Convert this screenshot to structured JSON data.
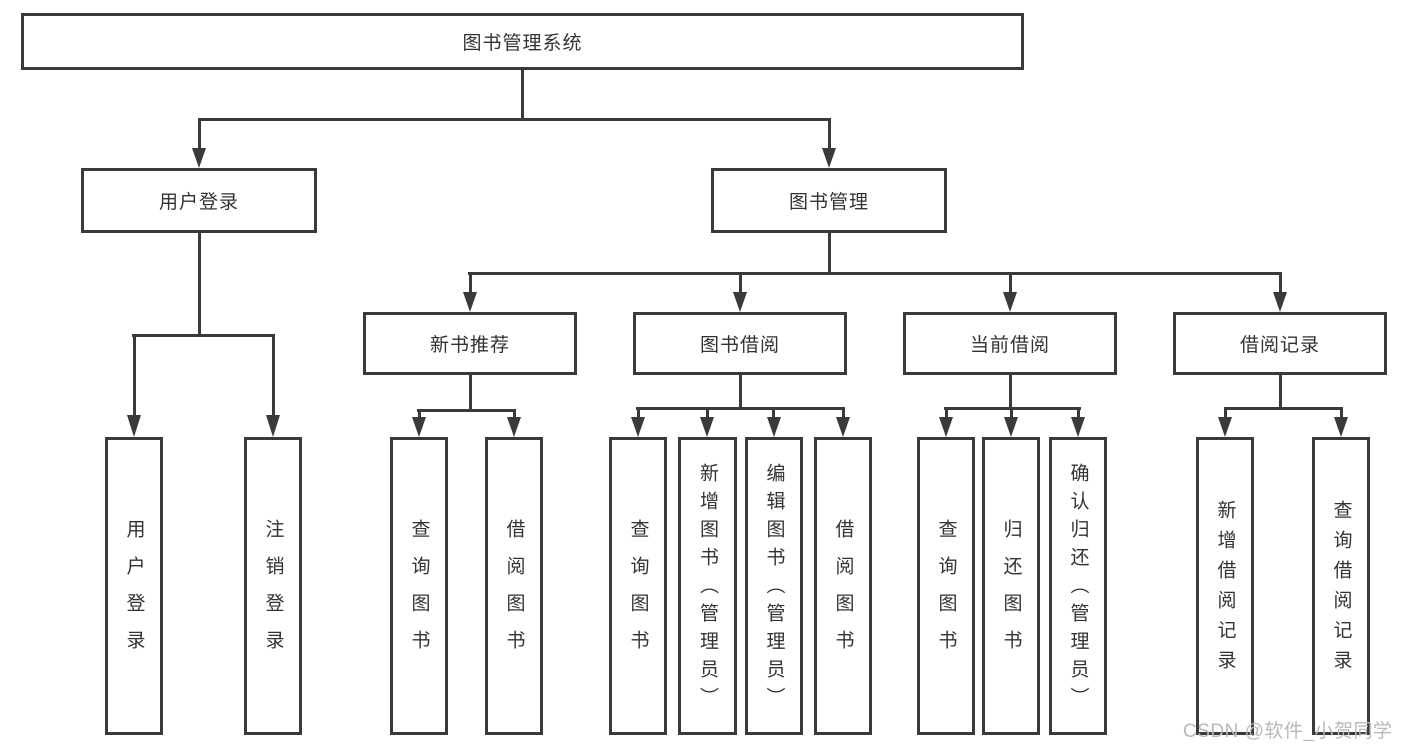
{
  "diagram": {
    "title": "图书管理系统",
    "colors": {
      "line": "#3a3a3a",
      "text": "#333333",
      "watermark": "#b9b9b9",
      "background": "#ffffff"
    },
    "nodes": {
      "root": {
        "label": "图书管理系统"
      },
      "level2": [
        {
          "label": "用户登录"
        },
        {
          "label": "图书管理"
        }
      ],
      "level3": [
        {
          "label": "新书推荐",
          "parent": "图书管理"
        },
        {
          "label": "图书借阅",
          "parent": "图书管理"
        },
        {
          "label": "当前借阅",
          "parent": "图书管理"
        },
        {
          "label": "借阅记录",
          "parent": "图书管理"
        }
      ],
      "leaves": [
        {
          "label": "用户登录",
          "parent": "用户登录"
        },
        {
          "label": "注销登录",
          "parent": "用户登录"
        },
        {
          "label": "查询图书",
          "parent": "新书推荐"
        },
        {
          "label": "借阅图书",
          "parent": "新书推荐"
        },
        {
          "label": "查询图书",
          "parent": "图书借阅"
        },
        {
          "label": "新增图书（管理员）",
          "parent": "图书借阅"
        },
        {
          "label": "编辑图书（管理员）",
          "parent": "图书借阅"
        },
        {
          "label": "借阅图书",
          "parent": "图书借阅"
        },
        {
          "label": "查询图书",
          "parent": "当前借阅"
        },
        {
          "label": "归还图书",
          "parent": "当前借阅"
        },
        {
          "label": "确认归还（管理员）",
          "parent": "当前借阅"
        },
        {
          "label": "新增借阅记录",
          "parent": "借阅记录"
        },
        {
          "label": "查询借阅记录",
          "parent": "借阅记录"
        }
      ]
    },
    "watermark": "CSDN @软件_小贺同学"
  }
}
